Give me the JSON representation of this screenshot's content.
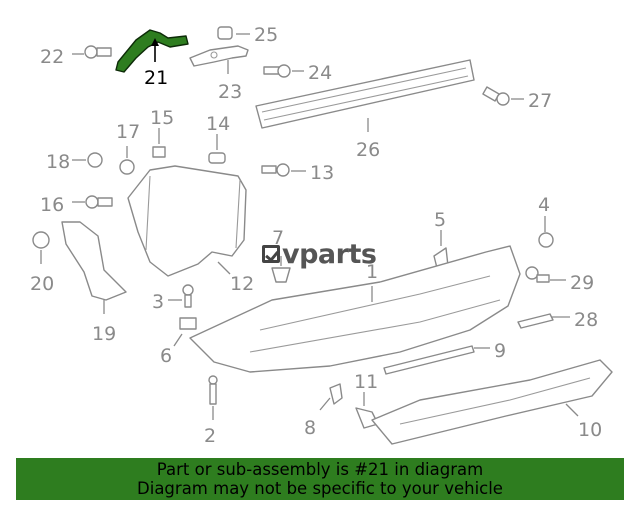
{
  "diagram": {
    "highlight_color": "#2e7d1f",
    "labels": {
      "p1": "1",
      "p2": "2",
      "p3": "3",
      "p4": "4",
      "p5": "5",
      "p6": "6",
      "p7": "7",
      "p8": "8",
      "p9": "9",
      "p10": "10",
      "p11": "11",
      "p12": "12",
      "p13": "13",
      "p14": "14",
      "p15": "15",
      "p16": "16",
      "p17": "17",
      "p18": "18",
      "p19": "19",
      "p20": "20",
      "p21": "21",
      "p22": "22",
      "p23": "23",
      "p24": "24",
      "p25": "25",
      "p26": "26",
      "p27": "27",
      "p28": "28",
      "p29": "29"
    }
  },
  "watermark": {
    "text": "vparts"
  },
  "banner": {
    "line1": "Part or sub-assembly is #21 in diagram",
    "line2": "Diagram may not be specific to your vehicle"
  }
}
